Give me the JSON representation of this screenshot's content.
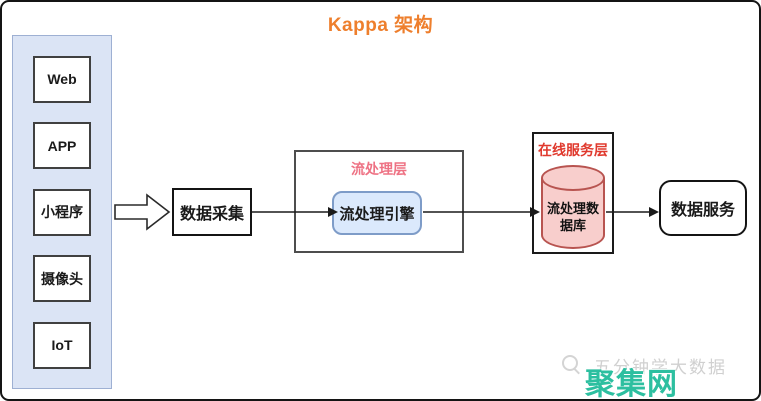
{
  "title": "Kappa 架构",
  "sources": {
    "items": [
      "Web",
      "APP",
      "小程序",
      "摄像头",
      "IoT"
    ]
  },
  "collection": {
    "label": "数据采集"
  },
  "stream_layer": {
    "label": "流处理层",
    "engine_label": "流处理引擎"
  },
  "serving_layer": {
    "label": "在线服务层",
    "database_label": "流处理数据库"
  },
  "service": {
    "label": "数据服务"
  },
  "watermark": {
    "text": "五分钟学大数据",
    "logo": "聚集网",
    "icon": "magnifier-icon"
  },
  "colors": {
    "title_orange": "#EE7F2D",
    "stream_label_pink": "#EE7284",
    "serving_label_red": "#E0392D",
    "engine_fill": "#DBE9FC",
    "engine_border": "#7E9CC8",
    "cylinder_fill": "#F8CECC",
    "cylinder_border": "#B85450",
    "sources_fill": "#DBE4F5",
    "logo_teal": "#2DBFA0",
    "watermark_gray": "#D0D0D0"
  }
}
